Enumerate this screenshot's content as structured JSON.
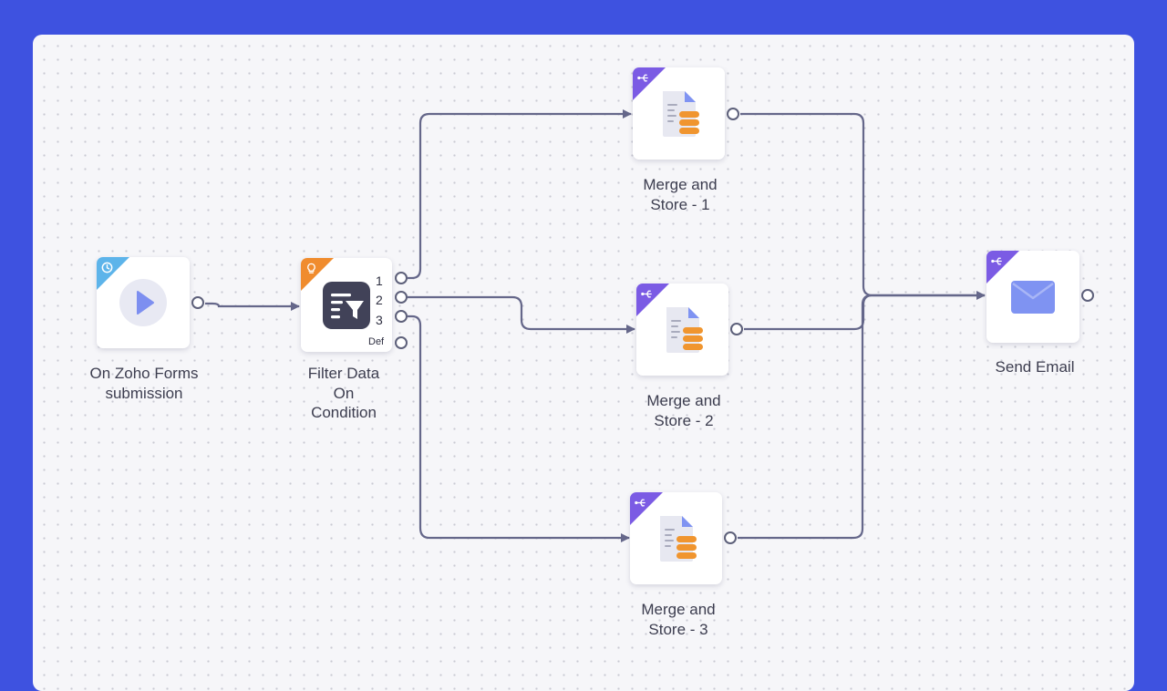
{
  "workflow": {
    "nodes": [
      {
        "id": "trigger",
        "label": "On Zoho Forms\nsubmission",
        "badge_color": "#5db4ea",
        "badge_icon": "clock-icon",
        "icon": "play-icon"
      },
      {
        "id": "filter",
        "label": "Filter Data\nOn\nCondition",
        "badge_color": "#f08c2e",
        "badge_icon": "lightbulb-icon",
        "icon": "filter-icon",
        "ports": [
          "1",
          "2",
          "3",
          "Def"
        ]
      },
      {
        "id": "merge1",
        "label": "Merge and\nStore - 1",
        "badge_color": "#7b5be4",
        "badge_icon": "usb-icon",
        "icon": "document-database-icon"
      },
      {
        "id": "merge2",
        "label": "Merge and\nStore - 2",
        "badge_color": "#7b5be4",
        "badge_icon": "usb-icon",
        "icon": "document-database-icon"
      },
      {
        "id": "merge3",
        "label": "Merge and\nStore - 3",
        "badge_color": "#7b5be4",
        "badge_icon": "usb-icon",
        "icon": "document-database-icon"
      },
      {
        "id": "email",
        "label": "Send Email",
        "badge_color": "#7b5be4",
        "badge_icon": "usb-icon",
        "icon": "envelope-icon"
      }
    ],
    "connections": [
      {
        "from": "trigger",
        "to": "filter"
      },
      {
        "from": "filter",
        "port": "1",
        "to": "merge1"
      },
      {
        "from": "filter",
        "port": "2",
        "to": "merge2"
      },
      {
        "from": "filter",
        "port": "3",
        "to": "merge3"
      },
      {
        "from": "merge1",
        "to": "email"
      },
      {
        "from": "merge2",
        "to": "email"
      },
      {
        "from": "merge3",
        "to": "email"
      }
    ]
  },
  "colors": {
    "background": "#3e52e0",
    "canvas": "#f6f6f9",
    "connector": "#65678a",
    "action_badge": "#7b5be4",
    "trigger_badge": "#5db4ea",
    "condition_badge": "#f08c2e",
    "document_accent": "#f0952f",
    "envelope": "#7f93f2"
  }
}
